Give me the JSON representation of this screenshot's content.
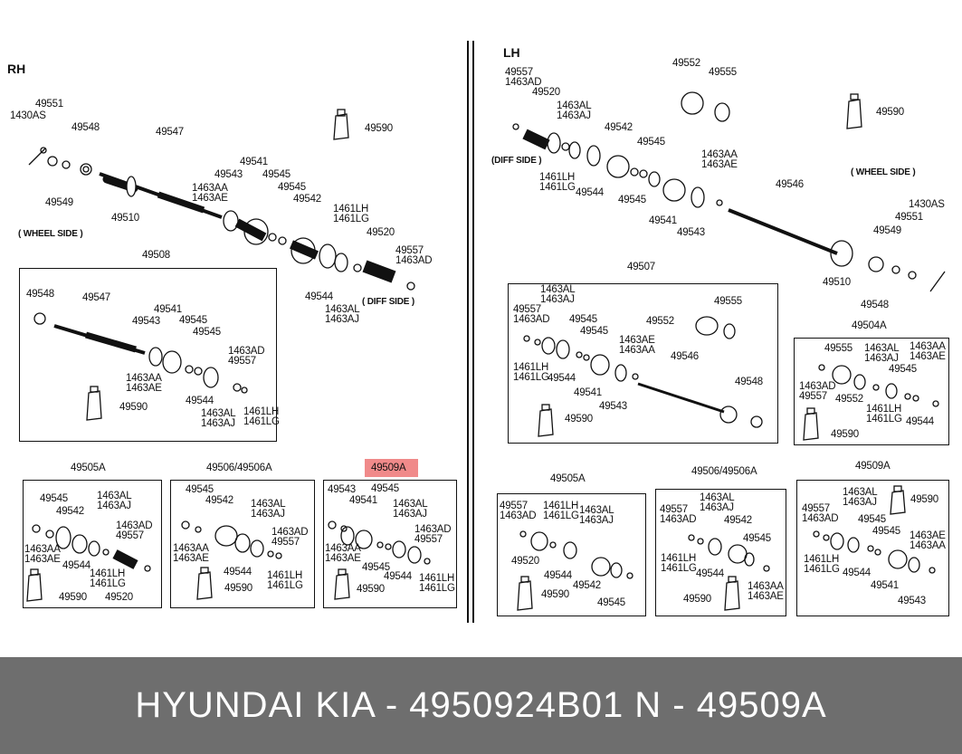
{
  "sections": {
    "rh": "RH",
    "lh": "LH"
  },
  "side_labels": {
    "wheel_rh": "( WHEEL SIDE )",
    "diff_rh": "( DIFF SIDE )",
    "diff_lh": "(DIFF SIDE )",
    "wheel_lh": "( WHEEL SIDE )"
  },
  "boxes": {
    "b49508": "49508",
    "b49505A_l": "49505A",
    "b49506_l": "49506/49506A",
    "b49509A_l": "49509A",
    "b49507": "49507",
    "b49504A": "49504A",
    "b49505A_r": "49505A",
    "b49506_r": "49506/49506A",
    "b49509A_r": "49509A"
  },
  "labels": {
    "rh_49551": "49551",
    "rh_1430as": "1430AS",
    "rh_49548": "49548",
    "rh_49547": "49547",
    "rh_49549": "49549",
    "rh_49510": "49510",
    "rh_49541": "49541",
    "rh_49543": "49543",
    "rh_49545": "49545",
    "rh_1463aa": "1463AA\n1463AE",
    "rh_49545b": "49545",
    "rh_49542": "49542",
    "rh_1461": "1461LH\n1461LG",
    "rh_49520": "49520",
    "rh_49557": "49557\n1463AD",
    "rh_49544": "49544",
    "rh_1463al": "1463AL\n1463AJ",
    "rh_49590": "49590",
    "b8_49548": "49548",
    "b8_49547": "49547",
    "b8_49541": "49541",
    "b8_49543": "49543",
    "b8_49545": "49545",
    "b8_49545b": "49545",
    "b8_1463ad": "1463AD\n49557",
    "b8_1463aa": "1463AA\n1463AE",
    "b8_49544": "49544",
    "b8_1463al": "1463AL\n1463AJ",
    "b8_1461": "1461LH\n1461LG",
    "b8_49590": "49590",
    "b5_49545": "49545",
    "b5_49542": "49542",
    "b5_1463al": "1463AL\n1463AJ",
    "b5_1463ad": "1463AD\n49557",
    "b5_1463aa": "1463AA\n1463AE",
    "b5_49544": "49544",
    "b5_1461": "1461LH\n1461LG",
    "b5_49590": "49590",
    "b5_49520": "49520",
    "b6_49545": "49545",
    "b6_49542": "49542",
    "b6_1463al": "1463AL\n1463AJ",
    "b6_1463ad": "1463AD\n49557",
    "b6_1463aa": "1463AA\n1463AE",
    "b6_49544": "49544",
    "b6_1461": "1461LH\n1461LG",
    "b6_49590": "49590",
    "b9_49543": "49543",
    "b9_49545": "49545",
    "b9_49541": "49541",
    "b9_1463al": "1463AL\n1463AJ",
    "b9_1463ad": "1463AD\n49557",
    "b9_1463aa": "1463AA\n1463AE",
    "b9_49545b": "49545",
    "b9_49544": "49544",
    "b9_1461": "1461LH\n1461LG",
    "b9_49590": "49590",
    "lh_49557": "49557\n1463AD",
    "lh_49520": "49520",
    "lh_49552": "49552",
    "lh_49555": "49555",
    "lh_1463al": "1463AL\n1463AJ",
    "lh_49542": "49542",
    "lh_49545": "49545",
    "lh_49590": "49590",
    "lh_1461": "1461LH\n1461LG",
    "lh_49544": "49544",
    "lh_49545b": "49545",
    "lh_1463aa": "1463AA\n1463AE",
    "lh_49546": "49546",
    "lh_49541": "49541",
    "lh_49543": "49543",
    "lh_1430as": "1430AS",
    "lh_49551": "49551",
    "lh_49549": "49549",
    "lh_49510": "49510",
    "lh_49548": "49548",
    "b7_1463al": "1463AL\n1463AJ",
    "b7_49557": "49557\n1463AD",
    "b7_49555": "49555",
    "b7_49552": "49552",
    "b7_49545": "49545",
    "b7_49545b": "49545",
    "b7_1463ae": "1463AE\n1463AA",
    "b7_1461": "1461LH\n1461LG",
    "b7_49544": "49544",
    "b7_49546": "49546",
    "b7_49548": "49548",
    "b7_49541": "49541",
    "b7_49543": "49543",
    "b7_49590": "49590",
    "b4_49555": "49555",
    "b4_1463al": "1463AL\n1463AJ",
    "b4_1463aa": "1463AA\n1463AE",
    "b4_1463ad": "1463AD\n49557",
    "b4_49552": "49552",
    "b4_49545": "49545",
    "b4_1461": "1461LH\n1461LG",
    "b4_49544": "49544",
    "b4_49590": "49590",
    "r5_49557": "49557\n1463AD",
    "r5_1461": "1461LH\n1461LG",
    "r5_1463al": "1463AL\n1463AJ",
    "r5_49520": "49520",
    "r5_49544": "49544",
    "r5_49590": "49590",
    "r5_49542": "49542",
    "r5_49545": "49545",
    "r6_1463al": "1463AL\n1463AJ",
    "r6_49557": "49557\n1463AD",
    "r6_49542": "49542",
    "r6_49545": "49545",
    "r6_1461": "1461LH\n1461LG",
    "r6_49544": "49544",
    "r6_49590": "49590",
    "r6_1463aa": "1463AA\n1463AE",
    "r9_1463al": "1463AL\n1463AJ",
    "r9_49590": "49590",
    "r9_49557": "49557\n1463AD",
    "r9_49545": "49545",
    "r9_49545b": "49545",
    "r9_1463ae": "1463AE\n1463AA",
    "r9_1461": "1461LH\n1461LG",
    "r9_49544": "49544",
    "r9_49541": "49541",
    "r9_49543": "49543"
  },
  "banner": {
    "text": "HYUNDAI  KIA - 4950924B01     N - 49509A"
  },
  "colors": {
    "highlight": "#f08a8a",
    "banner_bg": "#6e6e6e",
    "banner_fg": "#ffffff",
    "ink": "#111111"
  }
}
